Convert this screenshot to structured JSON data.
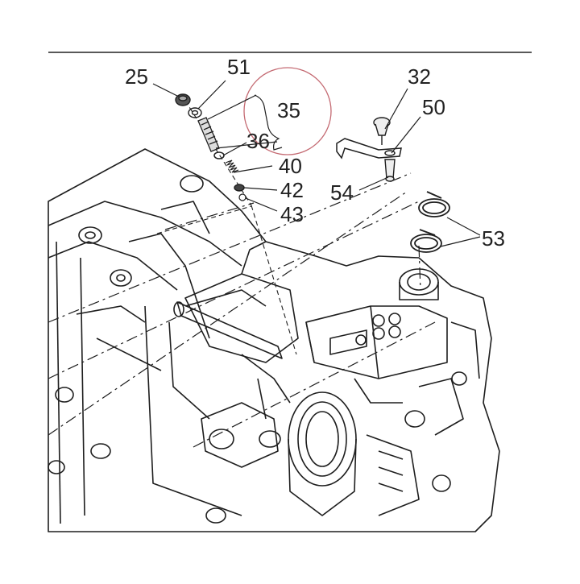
{
  "diagram": {
    "labels": {
      "p25": "25",
      "p51": "51",
      "p35": "35",
      "p36": "36",
      "p40": "40",
      "p42": "42",
      "p43": "43",
      "p32": "32",
      "p50": "50",
      "p54": "54",
      "p53": "53"
    },
    "colors": {
      "line": "#1e1e1e",
      "highlight_circle": "#c46a72",
      "background": "#ffffff"
    }
  }
}
